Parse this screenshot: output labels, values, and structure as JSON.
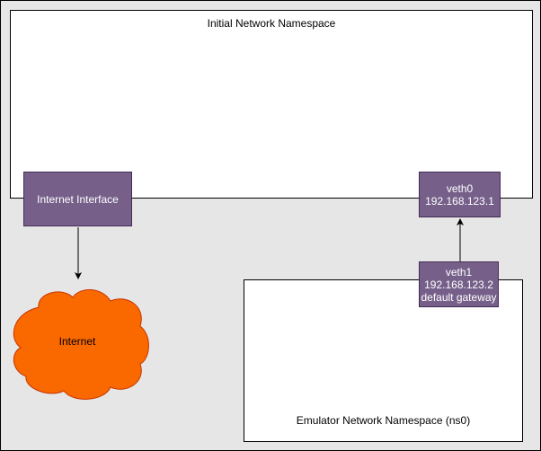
{
  "diagram": {
    "initial_namespace": {
      "title": "Initial Network Namespace"
    },
    "emulator_namespace": {
      "title": "Emulator Network Namespace (ns0)"
    },
    "internet_interface": {
      "label": "Internet Interface"
    },
    "veth0": {
      "name": "veth0",
      "ip": "192.168.123.1"
    },
    "veth1": {
      "name": "veth1",
      "ip": "192.168.123.2",
      "note": "default gateway"
    },
    "internet_cloud": {
      "label": "Internet"
    }
  },
  "colors": {
    "canvas_background": "#e6e6e6",
    "interface_fill": "#76608a",
    "interface_border": "#432d57",
    "cloud_fill": "#fa6800",
    "cloud_border": "#c73500",
    "edge": "#000000"
  }
}
